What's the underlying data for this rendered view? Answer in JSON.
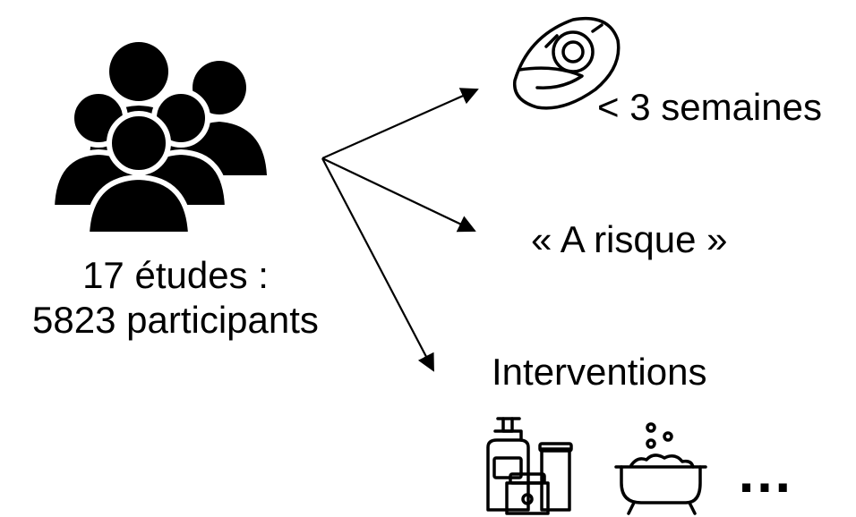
{
  "participants": {
    "icon": "group-of-people-icon",
    "line1": "17 études :",
    "line2": "5823 participants"
  },
  "branches": [
    {
      "icon": "newborn-baby-icon",
      "label": "< 3 semaines"
    },
    {
      "label": "« A risque »"
    },
    {
      "label": "Interventions",
      "icons": [
        "skincare-products-icon",
        "bathtub-icon"
      ],
      "ellipsis": "…"
    }
  ],
  "colors": {
    "ink": "#000000",
    "background": "#ffffff"
  }
}
